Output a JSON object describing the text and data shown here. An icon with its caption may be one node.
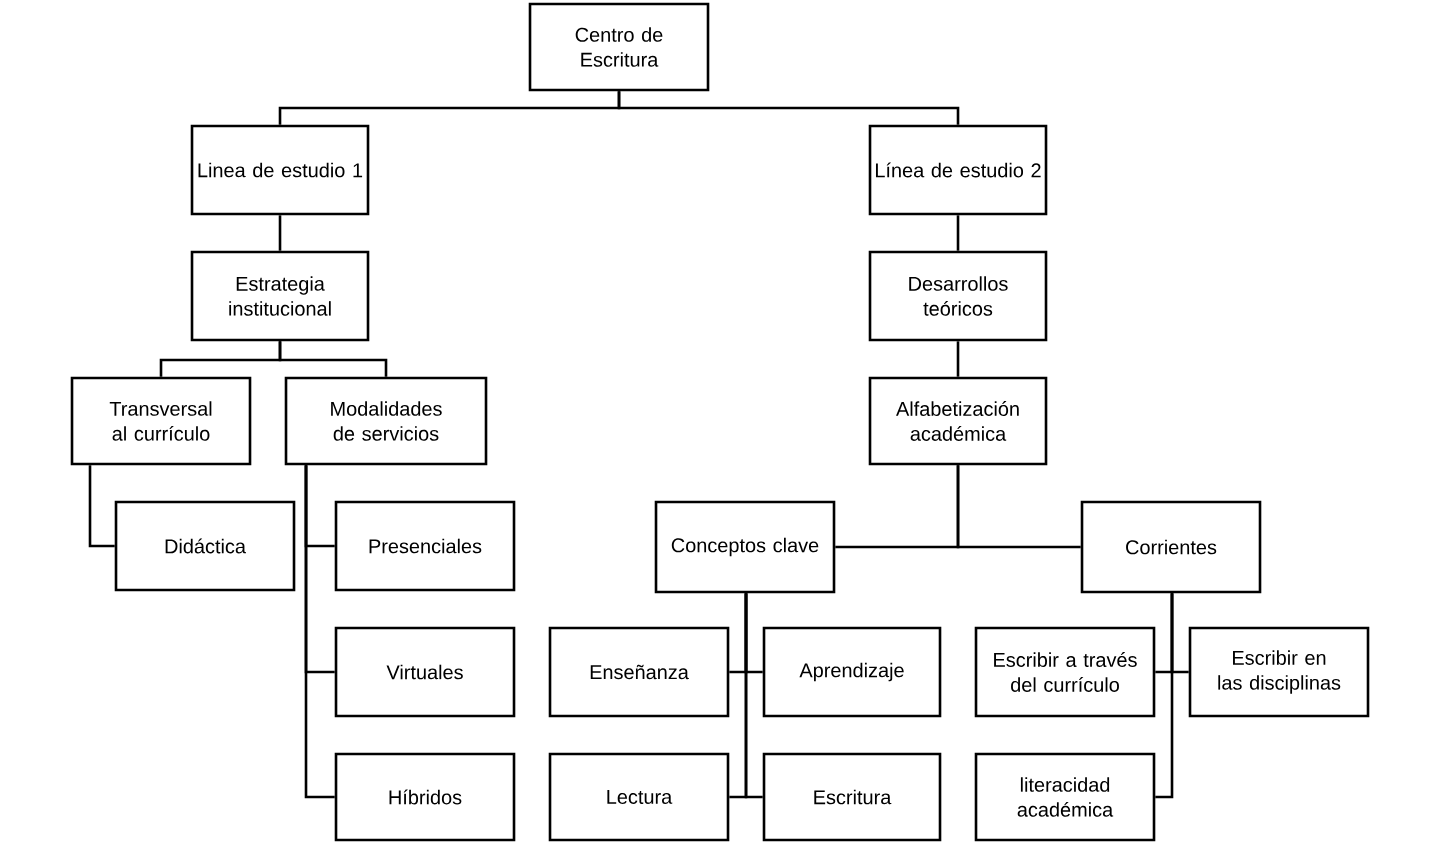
{
  "diagram": {
    "nodes": [
      {
        "text": [
          "Centro de Escritura"
        ]
      },
      {
        "text": [
          "Linea de estudio 1"
        ]
      },
      {
        "text": [
          "Línea de estudio 2"
        ]
      },
      {
        "text": [
          "Estrategia institucional"
        ]
      },
      {
        "text": [
          "Desarrollos teóricos"
        ]
      },
      {
        "text": [
          "Transversal al currículo"
        ]
      },
      {
        "text": [
          "Modalidades de servicios"
        ]
      },
      {
        "text": [
          "Alfabetización académica"
        ]
      },
      {
        "text": [
          "Didáctica"
        ]
      },
      {
        "text": [
          "Presenciales"
        ]
      },
      {
        "text": [
          "Conceptos clave"
        ]
      },
      {
        "text": [
          "Corrientes"
        ]
      },
      {
        "text": [
          "Virtuales"
        ]
      },
      {
        "text": [
          "Enseñanza"
        ]
      },
      {
        "text": [
          "Aprendizaje"
        ]
      },
      {
        "text": [
          "Escribir a través del currículo"
        ]
      },
      {
        "text": [
          "Escribir en las disciplinas"
        ]
      },
      {
        "text": [
          "Híbridos"
        ]
      },
      {
        "text": [
          "Lectura"
        ]
      },
      {
        "text": [
          "Escritura"
        ]
      },
      {
        "text": [
          "literacidad académica"
        ]
      }
    ],
    "edges": [
      {
        "from": 0,
        "to": 1,
        "arrow": "none"
      },
      {
        "from": 0,
        "to": 2,
        "arrow": "none"
      },
      {
        "from": 1,
        "to": 3,
        "arrow": "none"
      },
      {
        "from": 2,
        "to": 4,
        "arrow": "none"
      },
      {
        "from": 3,
        "to": 5,
        "arrow": "none"
      },
      {
        "from": 3,
        "to": 6,
        "arrow": "none"
      },
      {
        "from": 4,
        "to": 7,
        "arrow": "none"
      },
      {
        "from": 5,
        "to": 8,
        "arrow": "none"
      },
      {
        "from": 6,
        "to": 9,
        "arrow": "none"
      },
      {
        "from": 6,
        "to": 12,
        "arrow": "none"
      },
      {
        "from": 6,
        "to": 17,
        "arrow": "none"
      },
      {
        "from": 7,
        "to": 10,
        "arrow": "none"
      },
      {
        "from": 7,
        "to": 11,
        "arrow": "none"
      },
      {
        "from": 10,
        "to": 13,
        "arrow": "none"
      },
      {
        "from": 10,
        "to": 14,
        "arrow": "none"
      },
      {
        "from": 10,
        "to": 18,
        "arrow": "none"
      },
      {
        "from": 10,
        "to": 19,
        "arrow": "none"
      },
      {
        "from": 11,
        "to": 15,
        "arrow": "none"
      },
      {
        "from": 11,
        "to": 16,
        "arrow": "none"
      },
      {
        "from": 11,
        "to": 20,
        "arrow": "none"
      }
    ]
  }
}
